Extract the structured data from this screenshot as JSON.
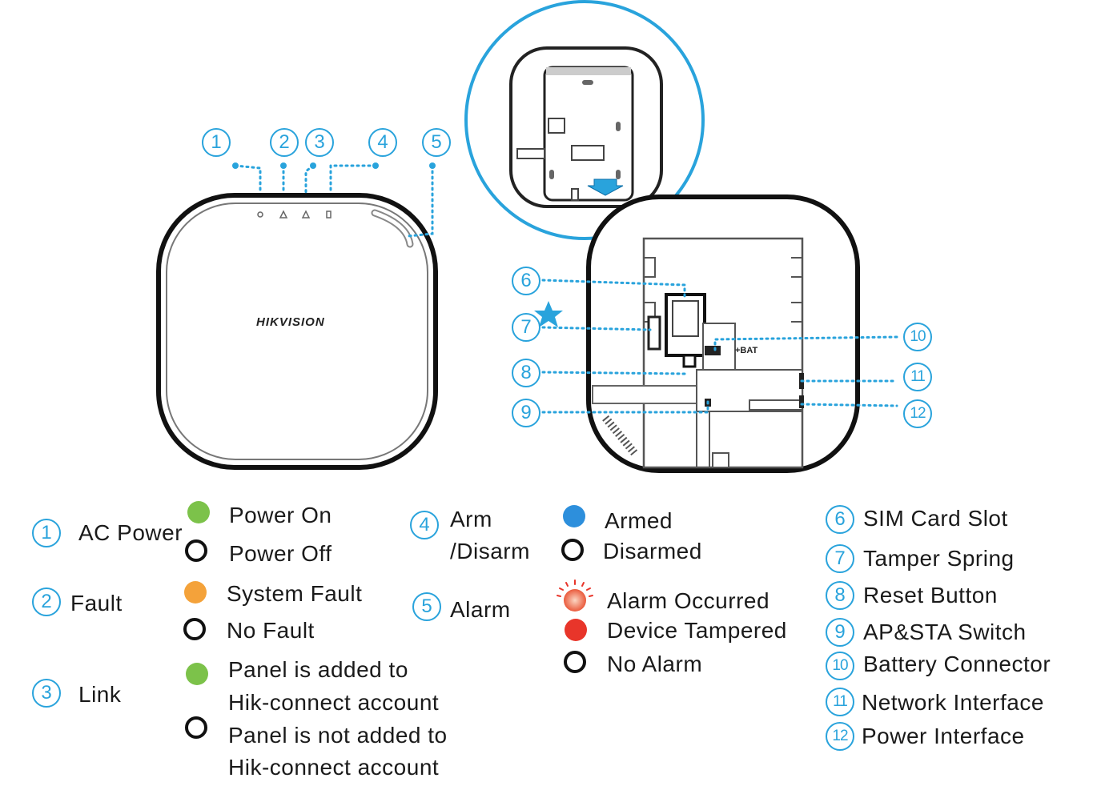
{
  "device_front": {
    "brand": "HIKVISION"
  },
  "device_back": {
    "bat_label": "+BAT"
  },
  "callouts": [
    "1",
    "2",
    "3",
    "4",
    "5",
    "6",
    "7",
    "8",
    "9",
    "10",
    "11",
    "12"
  ],
  "legend": {
    "ac_power": {
      "num": "1",
      "label": "AC Power",
      "on": "Power On",
      "off": "Power Off"
    },
    "fault": {
      "num": "2",
      "label": "Fault",
      "on": "System Fault",
      "off": "No Fault"
    },
    "link": {
      "num": "3",
      "label": "Link",
      "on_line1": "Panel is added to",
      "on_line2": "Hik-connect account",
      "off_line1": "Panel is not added to",
      "off_line2": "Hik-connect account"
    },
    "arm": {
      "num": "4",
      "label_line1": "Arm",
      "label_line2": "/Disarm",
      "on": "Armed",
      "off": "Disarmed"
    },
    "alarm": {
      "num": "5",
      "label": "Alarm",
      "occurred": "Alarm Occurred",
      "tampered": "Device Tampered",
      "off": "No Alarm"
    },
    "parts": [
      {
        "num": "6",
        "label": "SIM Card Slot"
      },
      {
        "num": "7",
        "label": "Tamper Spring"
      },
      {
        "num": "8",
        "label": "Reset Button"
      },
      {
        "num": "9",
        "label": "AP&STA Switch"
      },
      {
        "num": "10",
        "label": "Battery  Connector"
      },
      {
        "num": "11",
        "label": "Network Interface"
      },
      {
        "num": "12",
        "label": "Power Interface"
      }
    ]
  },
  "colors": {
    "accent": "#29a3dc",
    "green": "#7cc24a",
    "orange": "#f4a23a",
    "blue": "#2d8fdc",
    "red": "#e8352a",
    "alarm_glow": "#f08a5d"
  }
}
